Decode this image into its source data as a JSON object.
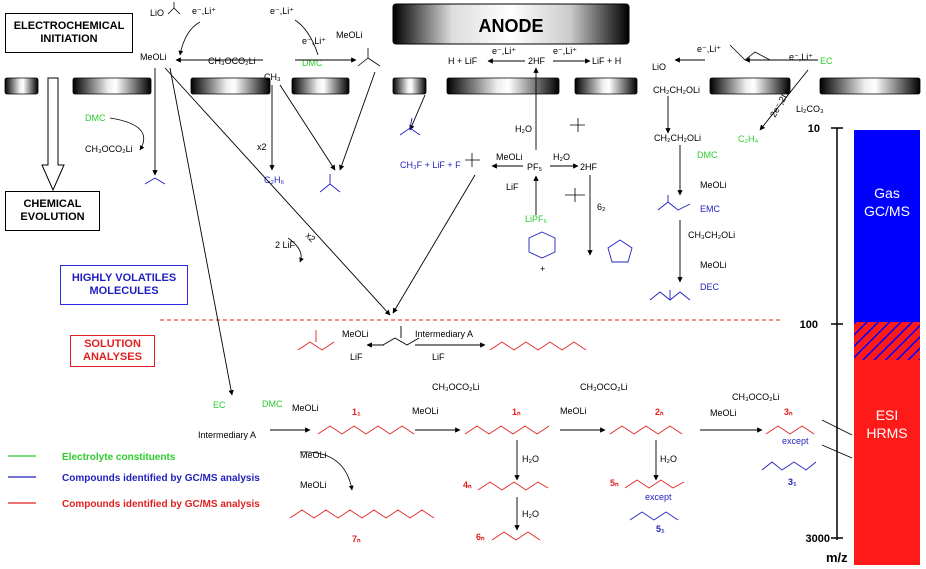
{
  "title_anode": "ANODE",
  "left_boxes": {
    "initiation": "ELECTROCHEMICAL INITIATION",
    "evolution": "CHEMICAL EVOLUTION",
    "volatiles": "HIGHLY VOLATILES MOLECULES",
    "solution": "SOLUTION ANALYSES"
  },
  "reagents": {
    "e_li": "e⁻,Li⁺",
    "meoli": "MeOLi",
    "lico2": "LiO",
    "ch3oco2li": "CH₃OCO₂Li",
    "ch3_radical": "CH₃",
    "dmc": "DMC",
    "h_lif": "H + LiF",
    "two_hf": "2HF",
    "lif_h": "LiF + H",
    "ec": "EC",
    "two_e_2li": "2e⁻,2Li⁺",
    "li2co3": "Li₂CO₃",
    "c2h4": "C₂H₄",
    "ch2ch2oli": "CH₂CH₂OLi",
    "ch3ch2oli": "CH₃CH₂OLi",
    "x2": "x2",
    "c2h6": "C₂H₆",
    "h2o": "H₂O",
    "ch3f": "CH₃F + LiF + F",
    "pf5": "PF₅",
    "lif": "LiF",
    "lipf6": "LiPF₆",
    "six2": "6₂",
    "emc": "EMC",
    "dec": "DEC",
    "two_lif": "2 LiF",
    "intermediary_a": "Intermediary A",
    "except": "except"
  },
  "compound_labels": {
    "c1": "1₁",
    "c1n": "1ₙ",
    "c2n": "2ₙ",
    "c3n": "3ₙ",
    "c31": "3₁",
    "c4n": "4ₙ",
    "c5n": "5ₙ",
    "c51": "5₁",
    "c6n": "6ₙ",
    "c7n": "7ₙ"
  },
  "legend": [
    {
      "label": "Electrolyte constituents",
      "color": "#2ecc2e"
    },
    {
      "label": "Compounds identified by GC/MS analysis",
      "color": "#1f1fbf"
    },
    {
      "label": "Compounds identified by GC/MS analysis",
      "color": "#e02020"
    }
  ],
  "scale": {
    "tick_10": "10",
    "tick_100": "100",
    "tick_3000": "3000",
    "axis": "m/z",
    "gas_label_1": "Gas",
    "gas_label_2": "GC/MS",
    "esi_label_1": "ESI",
    "esi_label_2": "HRMS"
  },
  "colors": {
    "green": "#2ecc2e",
    "blue": "#1f1fbf",
    "red": "#e02020",
    "gas_bar": "#0000ff",
    "esi_bar": "#ff1a1a"
  }
}
